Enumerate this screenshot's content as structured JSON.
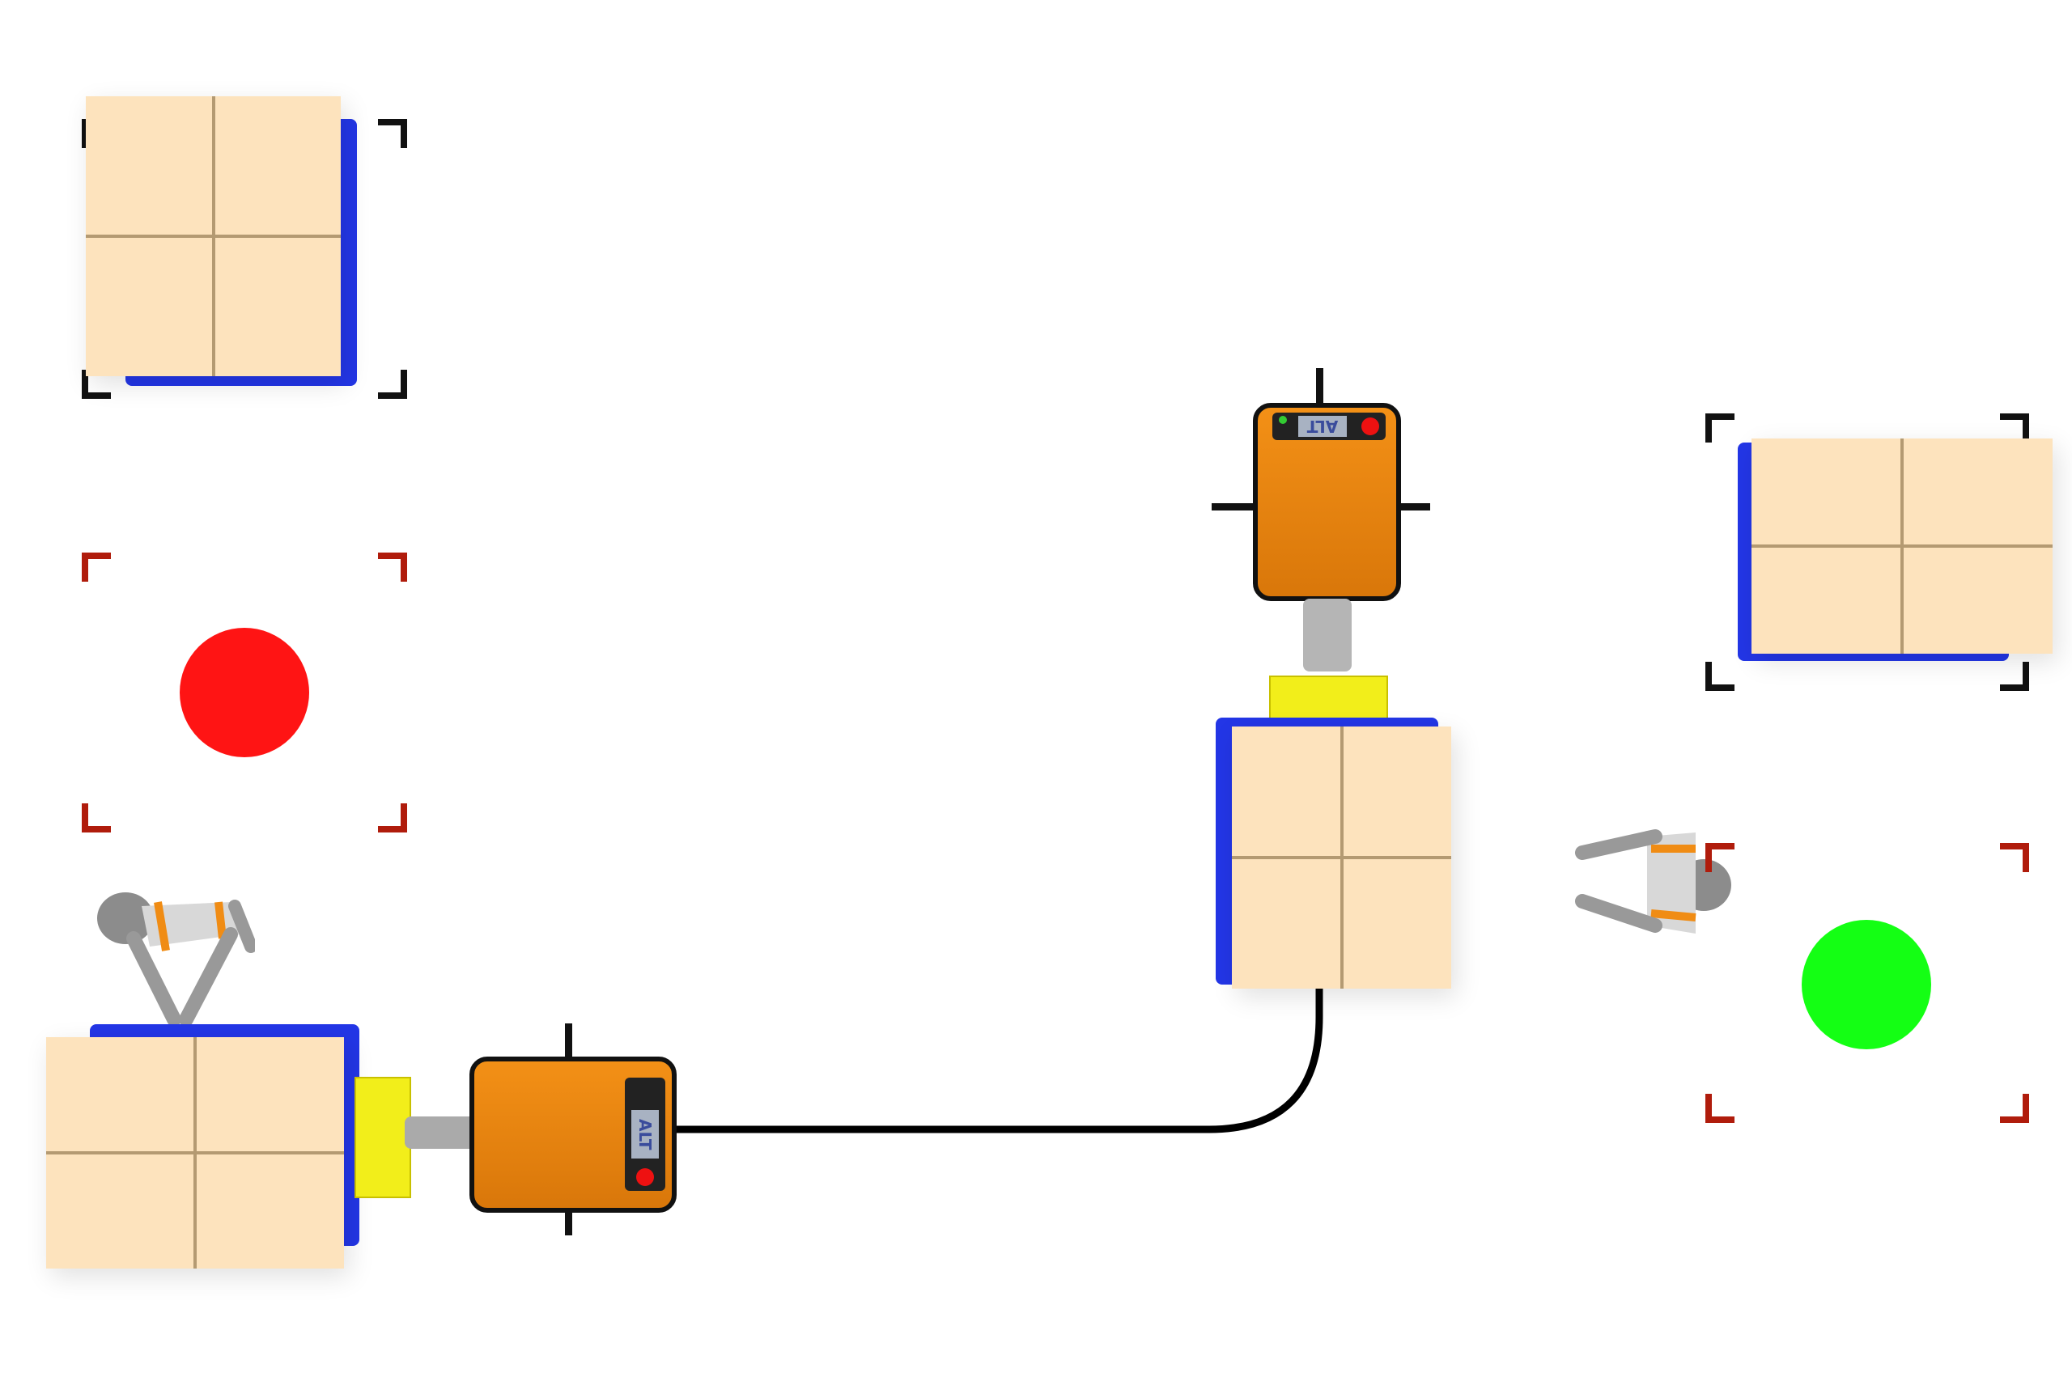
{
  "robots": [
    {
      "screen_label": "ALT"
    },
    {
      "screen_label": "ALT"
    }
  ],
  "colors": {
    "robot": "#f08c14",
    "pallet": "#2336e6",
    "box": "#fde3bd",
    "fork": "#f2ee1a",
    "start_marker": "#ff1414",
    "goal_marker": "#14ff14",
    "bracket_storage": "#111111",
    "bracket_zone": "#b01c0c",
    "path": "#000000"
  },
  "markers": {
    "start": "red-circle",
    "goal": "green-circle"
  }
}
